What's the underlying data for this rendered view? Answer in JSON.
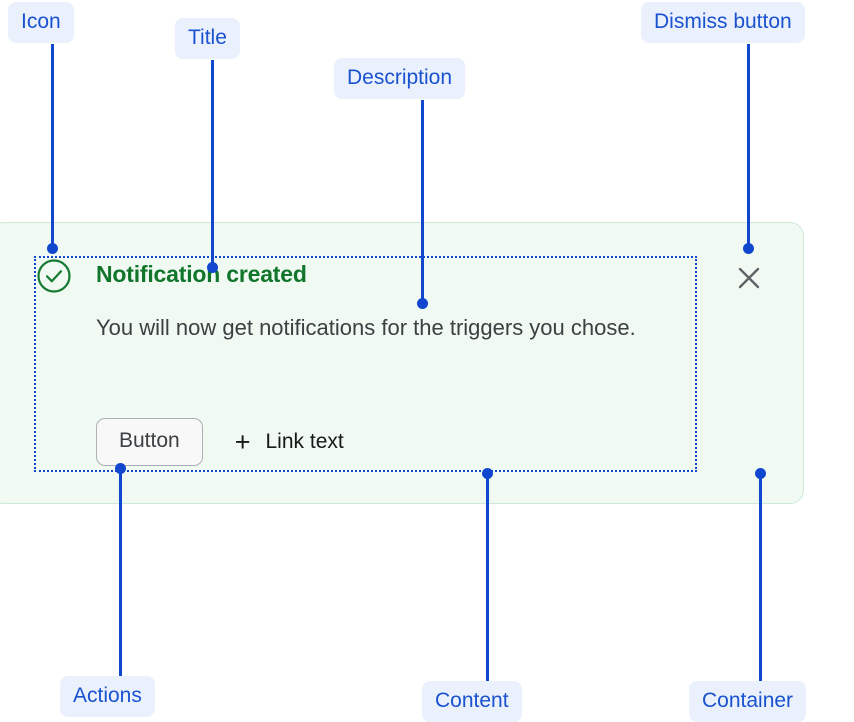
{
  "annotations": {
    "icon": "Icon",
    "title": "Title",
    "description": "Description",
    "dismiss_button": "Dismiss button",
    "actions": "Actions",
    "content": "Content",
    "container": "Container"
  },
  "notification": {
    "status_icon": "success-check-circle-icon",
    "title": "Notification created",
    "description": "You will now get notifications for the triggers you chose.",
    "actions": {
      "button_label": "Button",
      "link_plus_glyph": "+",
      "link_label": "Link text"
    },
    "dismiss_icon": "close-x-icon"
  },
  "colors": {
    "annotation_text": "#1a52d0",
    "annotation_background": "#eaf1fd",
    "leader_line": "#1047ce",
    "card_background": "#f0faf2",
    "card_border": "#cfe8d6",
    "success_green": "#11762c",
    "body_text": "#3c4043",
    "dismiss_gray": "#5f6368",
    "button_background": "#f8f8f8",
    "button_border": "#adb0b4"
  }
}
